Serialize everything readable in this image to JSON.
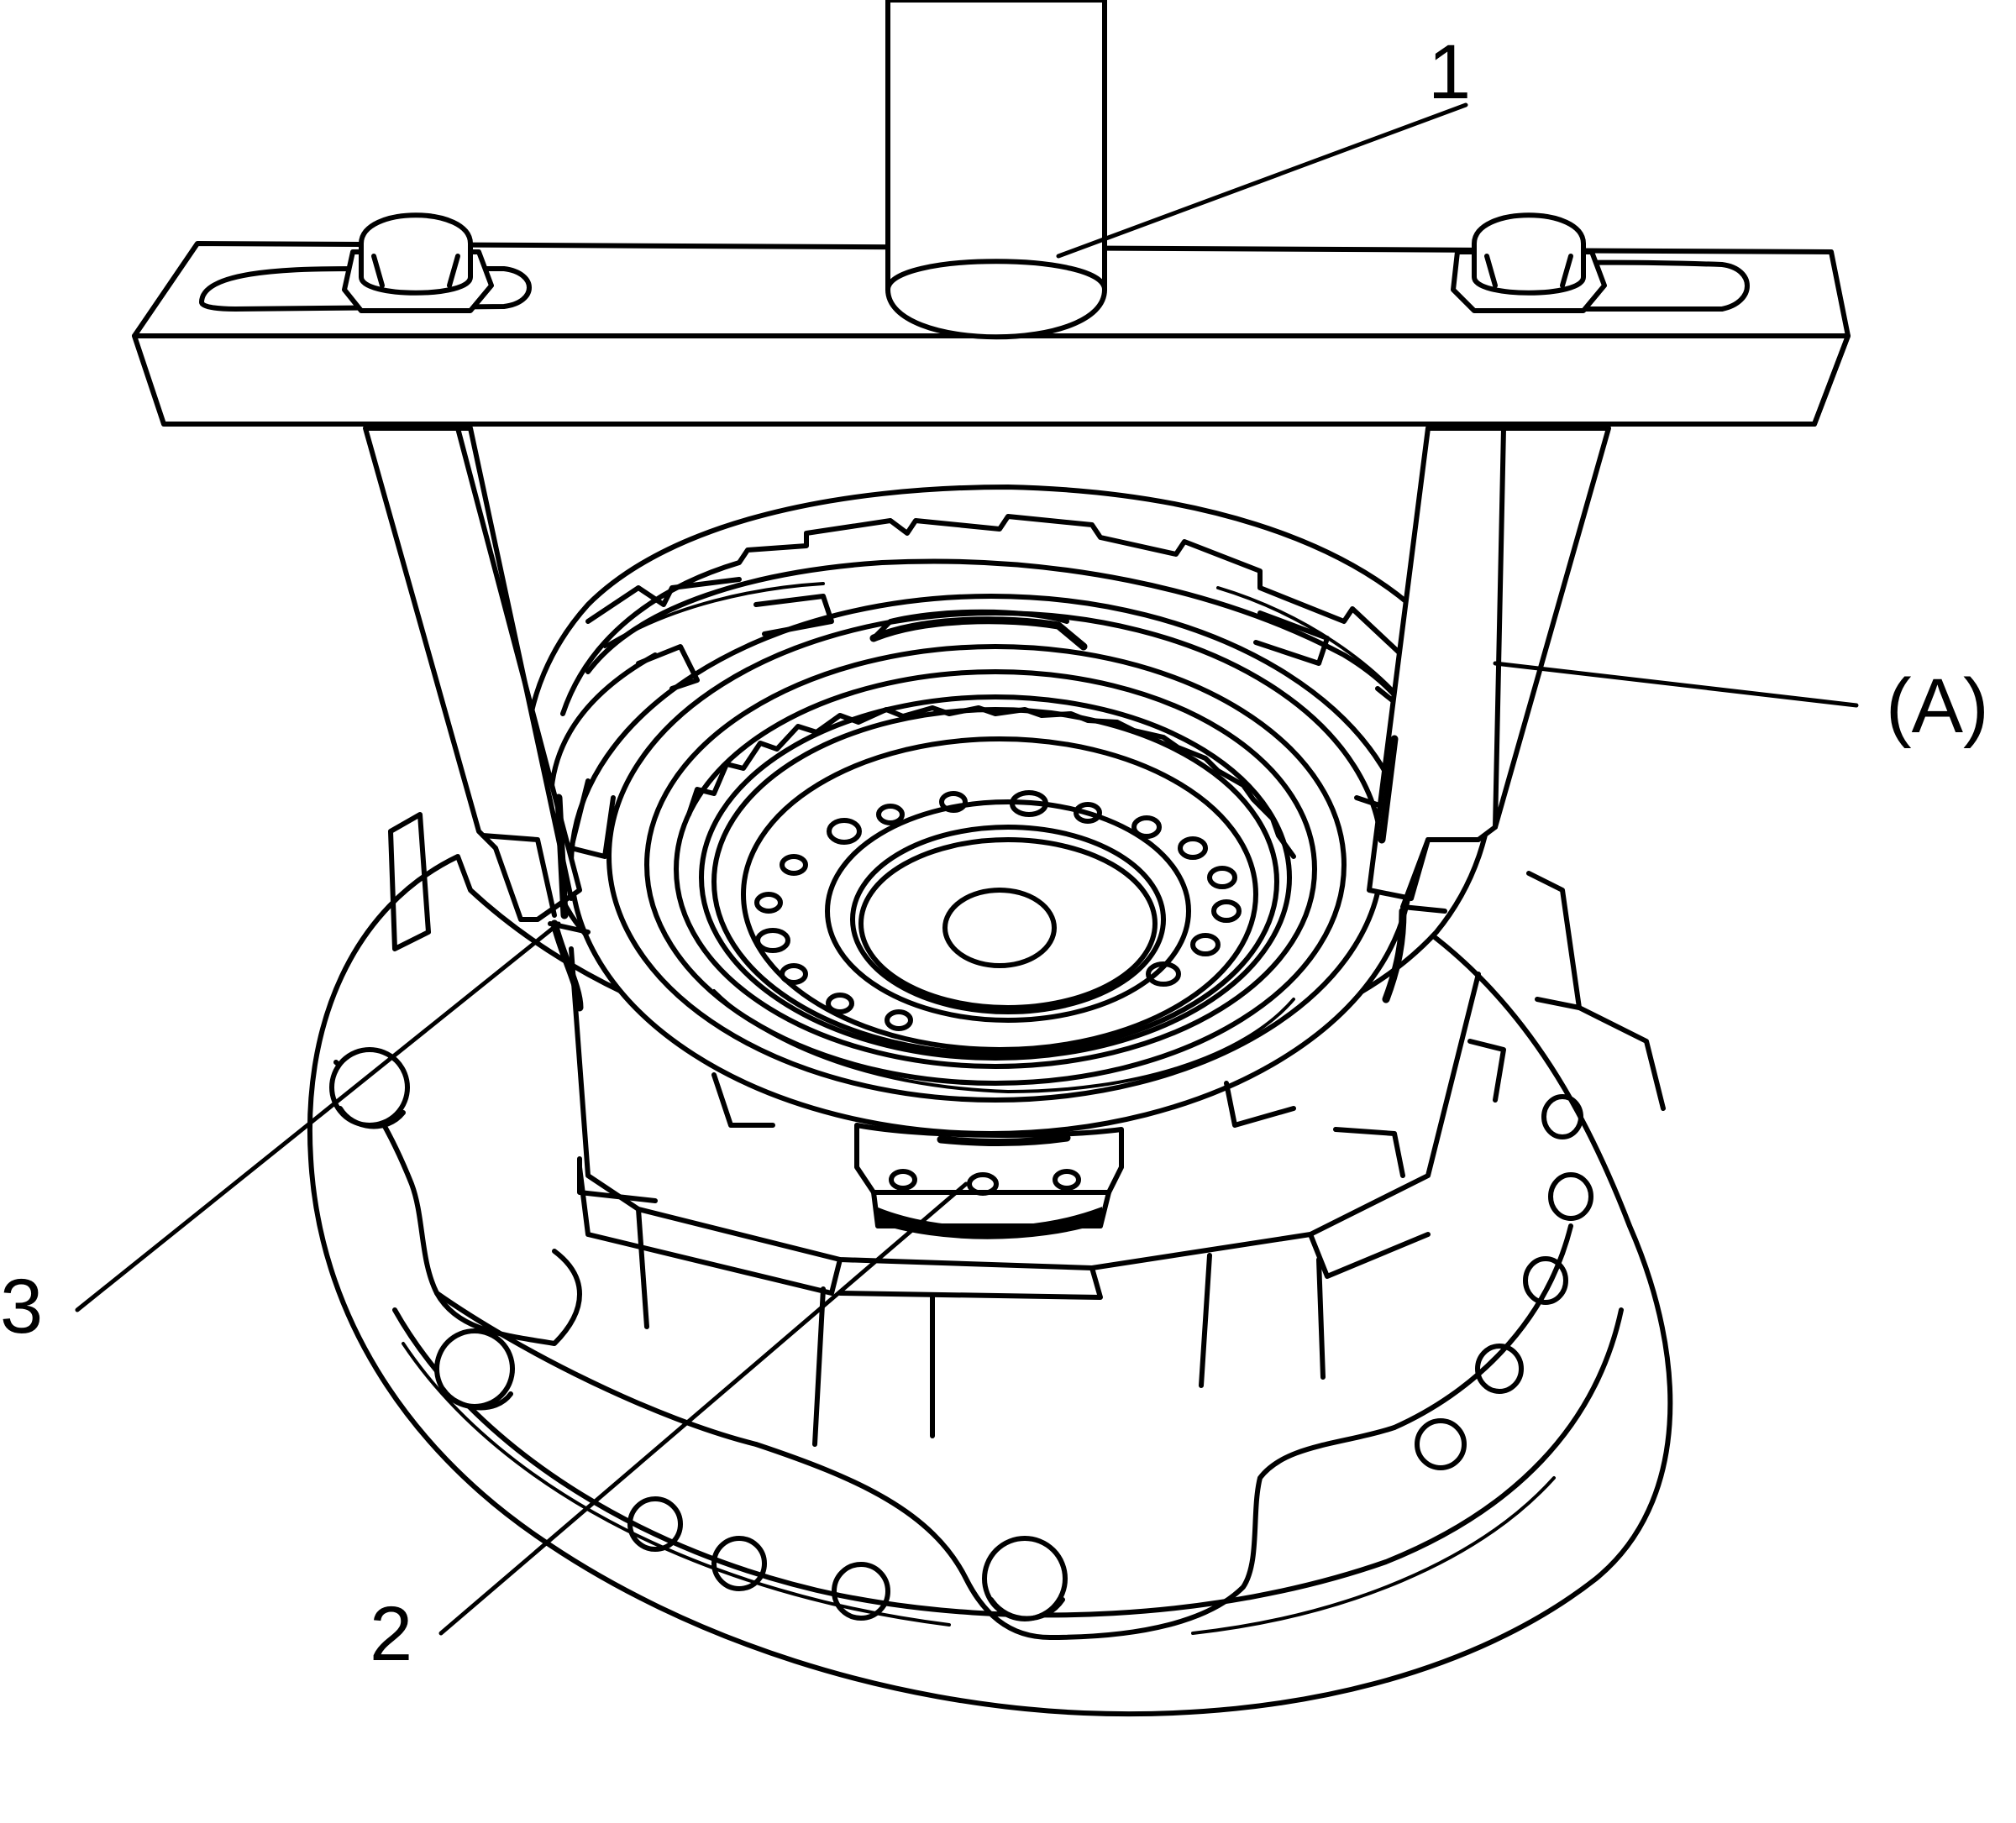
{
  "callouts": {
    "item_1": "1",
    "item_2": "2",
    "item_3": "3",
    "tool_a": "(A)"
  }
}
